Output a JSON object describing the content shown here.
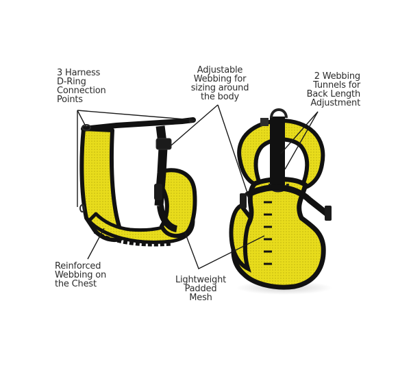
{
  "image": {
    "subject": "Yellow mesh dog harness product feature diagram",
    "colors": {
      "mesh_yellow": "#e8dc1c",
      "mesh_shadow": "#b9ad0e",
      "trim_black": "#111111",
      "leader_line": "#1a1a1a",
      "label_text": "#2b2b2b",
      "background": "#ffffff"
    }
  },
  "callouts": [
    {
      "id": "d-ring",
      "text": "3 Harness\nD-Ring\nConnection\nPoints"
    },
    {
      "id": "adjustable-webbing",
      "text": "Adjustable\nWebbing for\nsizing around\nthe body"
    },
    {
      "id": "webbing-tunnels",
      "text": "2 Webbing\nTunnels for\nBack Length\nAdjustment"
    },
    {
      "id": "reinforced-webbing",
      "text": "Reinforced\nWebbing on\nthe Chest"
    },
    {
      "id": "padded-mesh",
      "text": "Lightweight\nPadded\nMesh"
    }
  ]
}
